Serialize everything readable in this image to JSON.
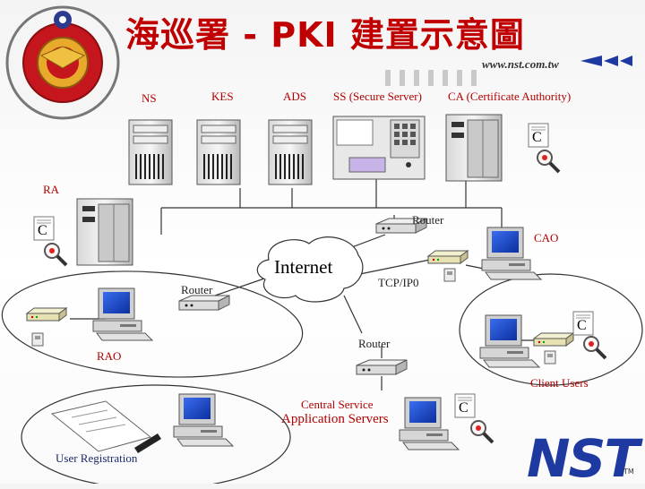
{
  "title": "海巡署 - PKI 建置示意圖",
  "url": "www.nst.com.tw",
  "servers": {
    "ns": "NS",
    "kes": "KES",
    "ads": "ADS",
    "ss": "SS (Secure Server)",
    "ca": "CA (Certificate Authority)"
  },
  "nodes": {
    "ra": "RA",
    "router_top": "Router",
    "cao": "CAO",
    "internet": "Internet",
    "tcpip": "TCP/IP0",
    "router_left": "Router",
    "router_mid": "Router",
    "rao": "RAO",
    "client_users": "Client Users",
    "central_service": "Central Service",
    "application_servers": "Application Servers",
    "user_registration": "User Registration"
  },
  "cert_letter": "C",
  "logo": {
    "brand": "NST",
    "tm": "TM"
  },
  "colors": {
    "title": "#c00000",
    "labels": "#b00000",
    "nst": "#1e3aa0",
    "monitor": "#1d4fd8"
  }
}
